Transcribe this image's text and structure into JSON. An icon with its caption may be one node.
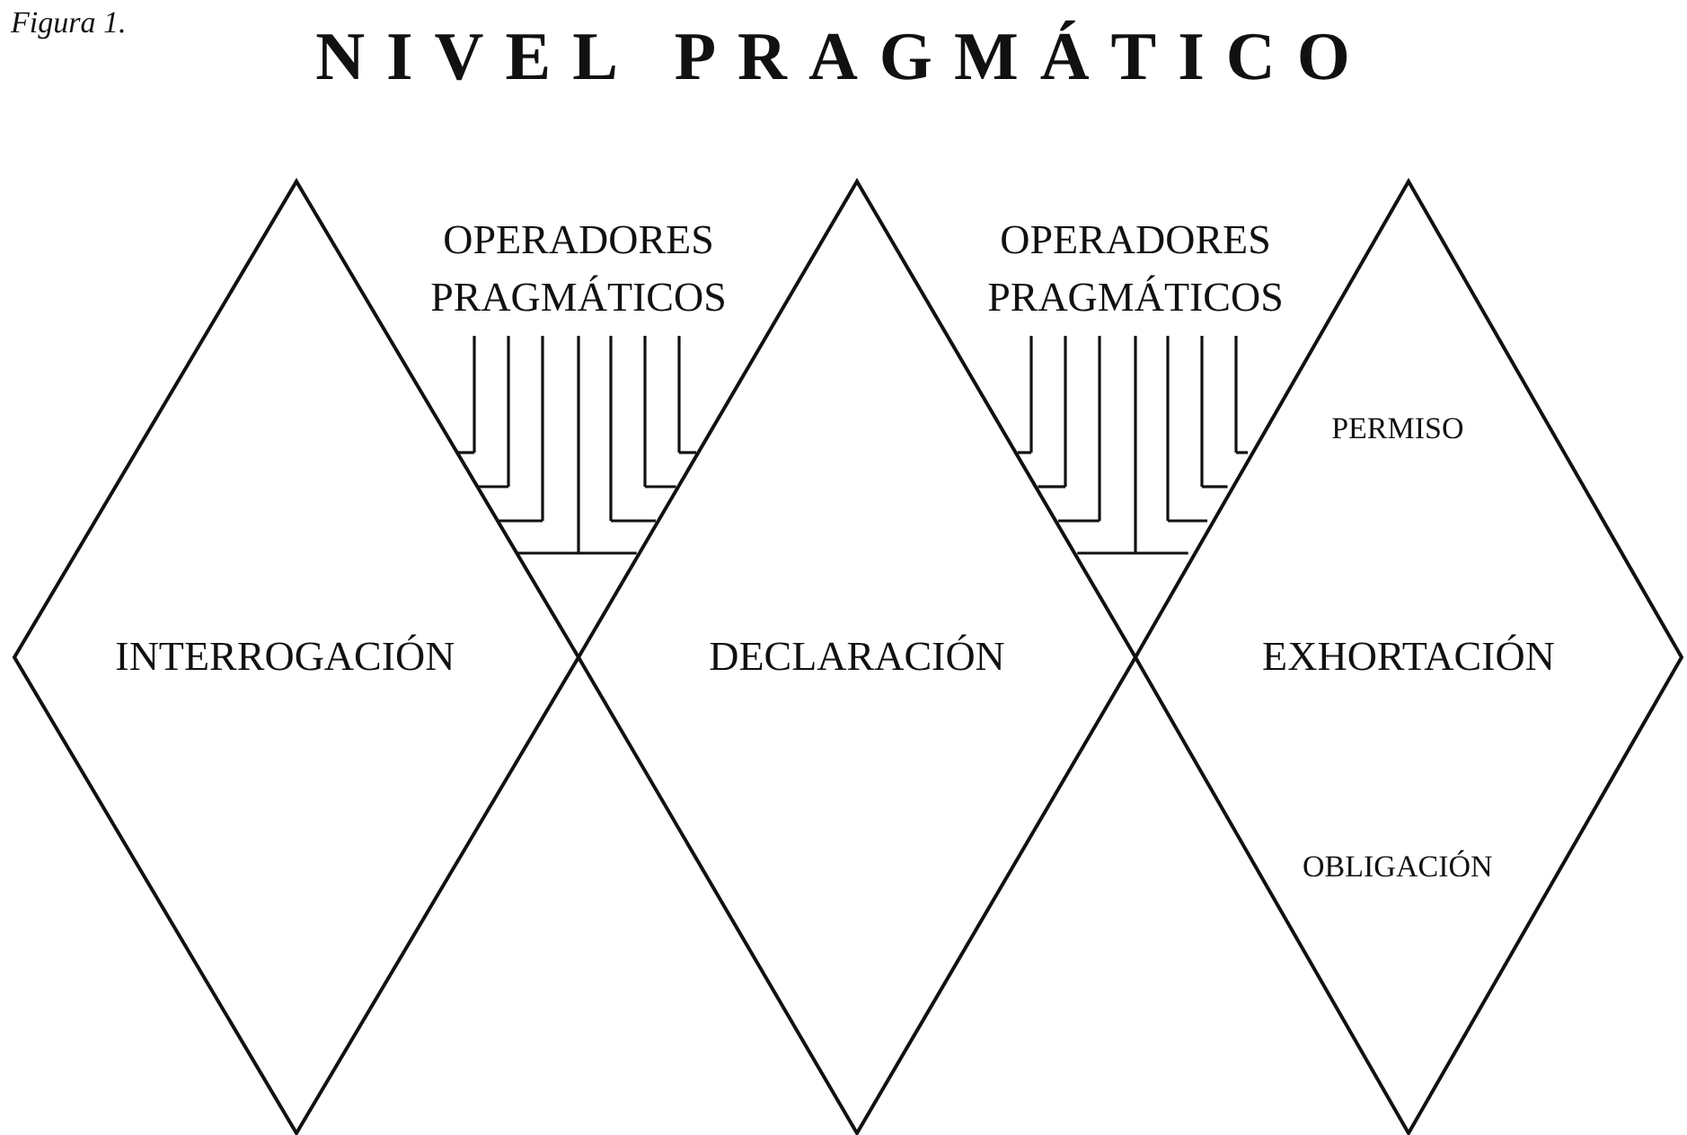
{
  "diagram": {
    "title": "NIVEL PRAGMÁTICO",
    "nodes": [
      {
        "text": [
          "INTERROGACIÓN"
        ]
      },
      {
        "text": [
          "DECLARACIÓN"
        ]
      },
      {
        "text": [
          "PERMISO",
          "EXHORTACIÓN",
          "OBLIGACIÓN"
        ]
      }
    ],
    "labels": [
      "Figura 1.",
      "OPERADORES PRAGMÁTICOS",
      "OPERADORES PRAGMÁTICOS"
    ]
  }
}
